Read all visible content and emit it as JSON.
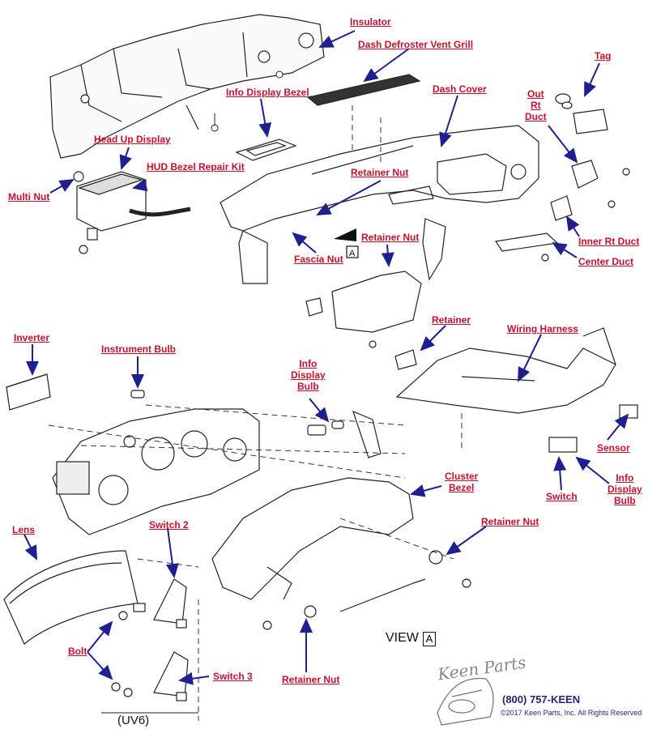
{
  "labels": {
    "insulator": "Insulator",
    "dash_defroster_vent_grill": "Dash Defroster Vent Grill",
    "tag": "Tag",
    "info_display_bezel": "Info Display Bezel",
    "dash_cover": "Dash Cover",
    "out_rt_duct": [
      "Out",
      "Rt",
      "Duct"
    ],
    "head_up_display": "Head Up Display",
    "hud_bezel_repair_kit": "HUD Bezel Repair Kit",
    "multi_nut": "Multi Nut",
    "retainer_nut_top": "Retainer Nut",
    "retainer_nut_mid": "Retainer Nut",
    "fascia_nut": "Fascia Nut",
    "inner_rt_duct": "Inner Rt Duct",
    "center_duct": "Center Duct",
    "retainer": "Retainer",
    "inverter": "Inverter",
    "instrument_bulb": "Instrument Bulb",
    "info_display_bulb_left": [
      "Info",
      "Display",
      "Bulb"
    ],
    "wiring_harness": "Wiring Harness",
    "sensor": "Sensor",
    "cluster_bezel": [
      "Cluster",
      "Bezel"
    ],
    "switch": "Switch",
    "info_display_bulb_right": [
      "Info",
      "Display",
      "Bulb"
    ],
    "retainer_nut_right": "Retainer Nut",
    "lens": "Lens",
    "switch_2": "Switch 2",
    "bolt": "Bolt",
    "switch_3": "Switch 3",
    "retainer_nut_bottom": "Retainer Nut"
  },
  "annotations": {
    "view": "VIEW",
    "view_letter": "A",
    "uv6": "(UV6)"
  },
  "footer": {
    "logo": "Keen Parts",
    "phone": "(800) 757-KEEN",
    "copyright": "©2017 Keen Parts, Inc. All Rights Reserved"
  },
  "colors": {
    "label": "#c8102e",
    "arrow": "#1f1f8f",
    "line": "#222222",
    "brand": "#22257a"
  }
}
